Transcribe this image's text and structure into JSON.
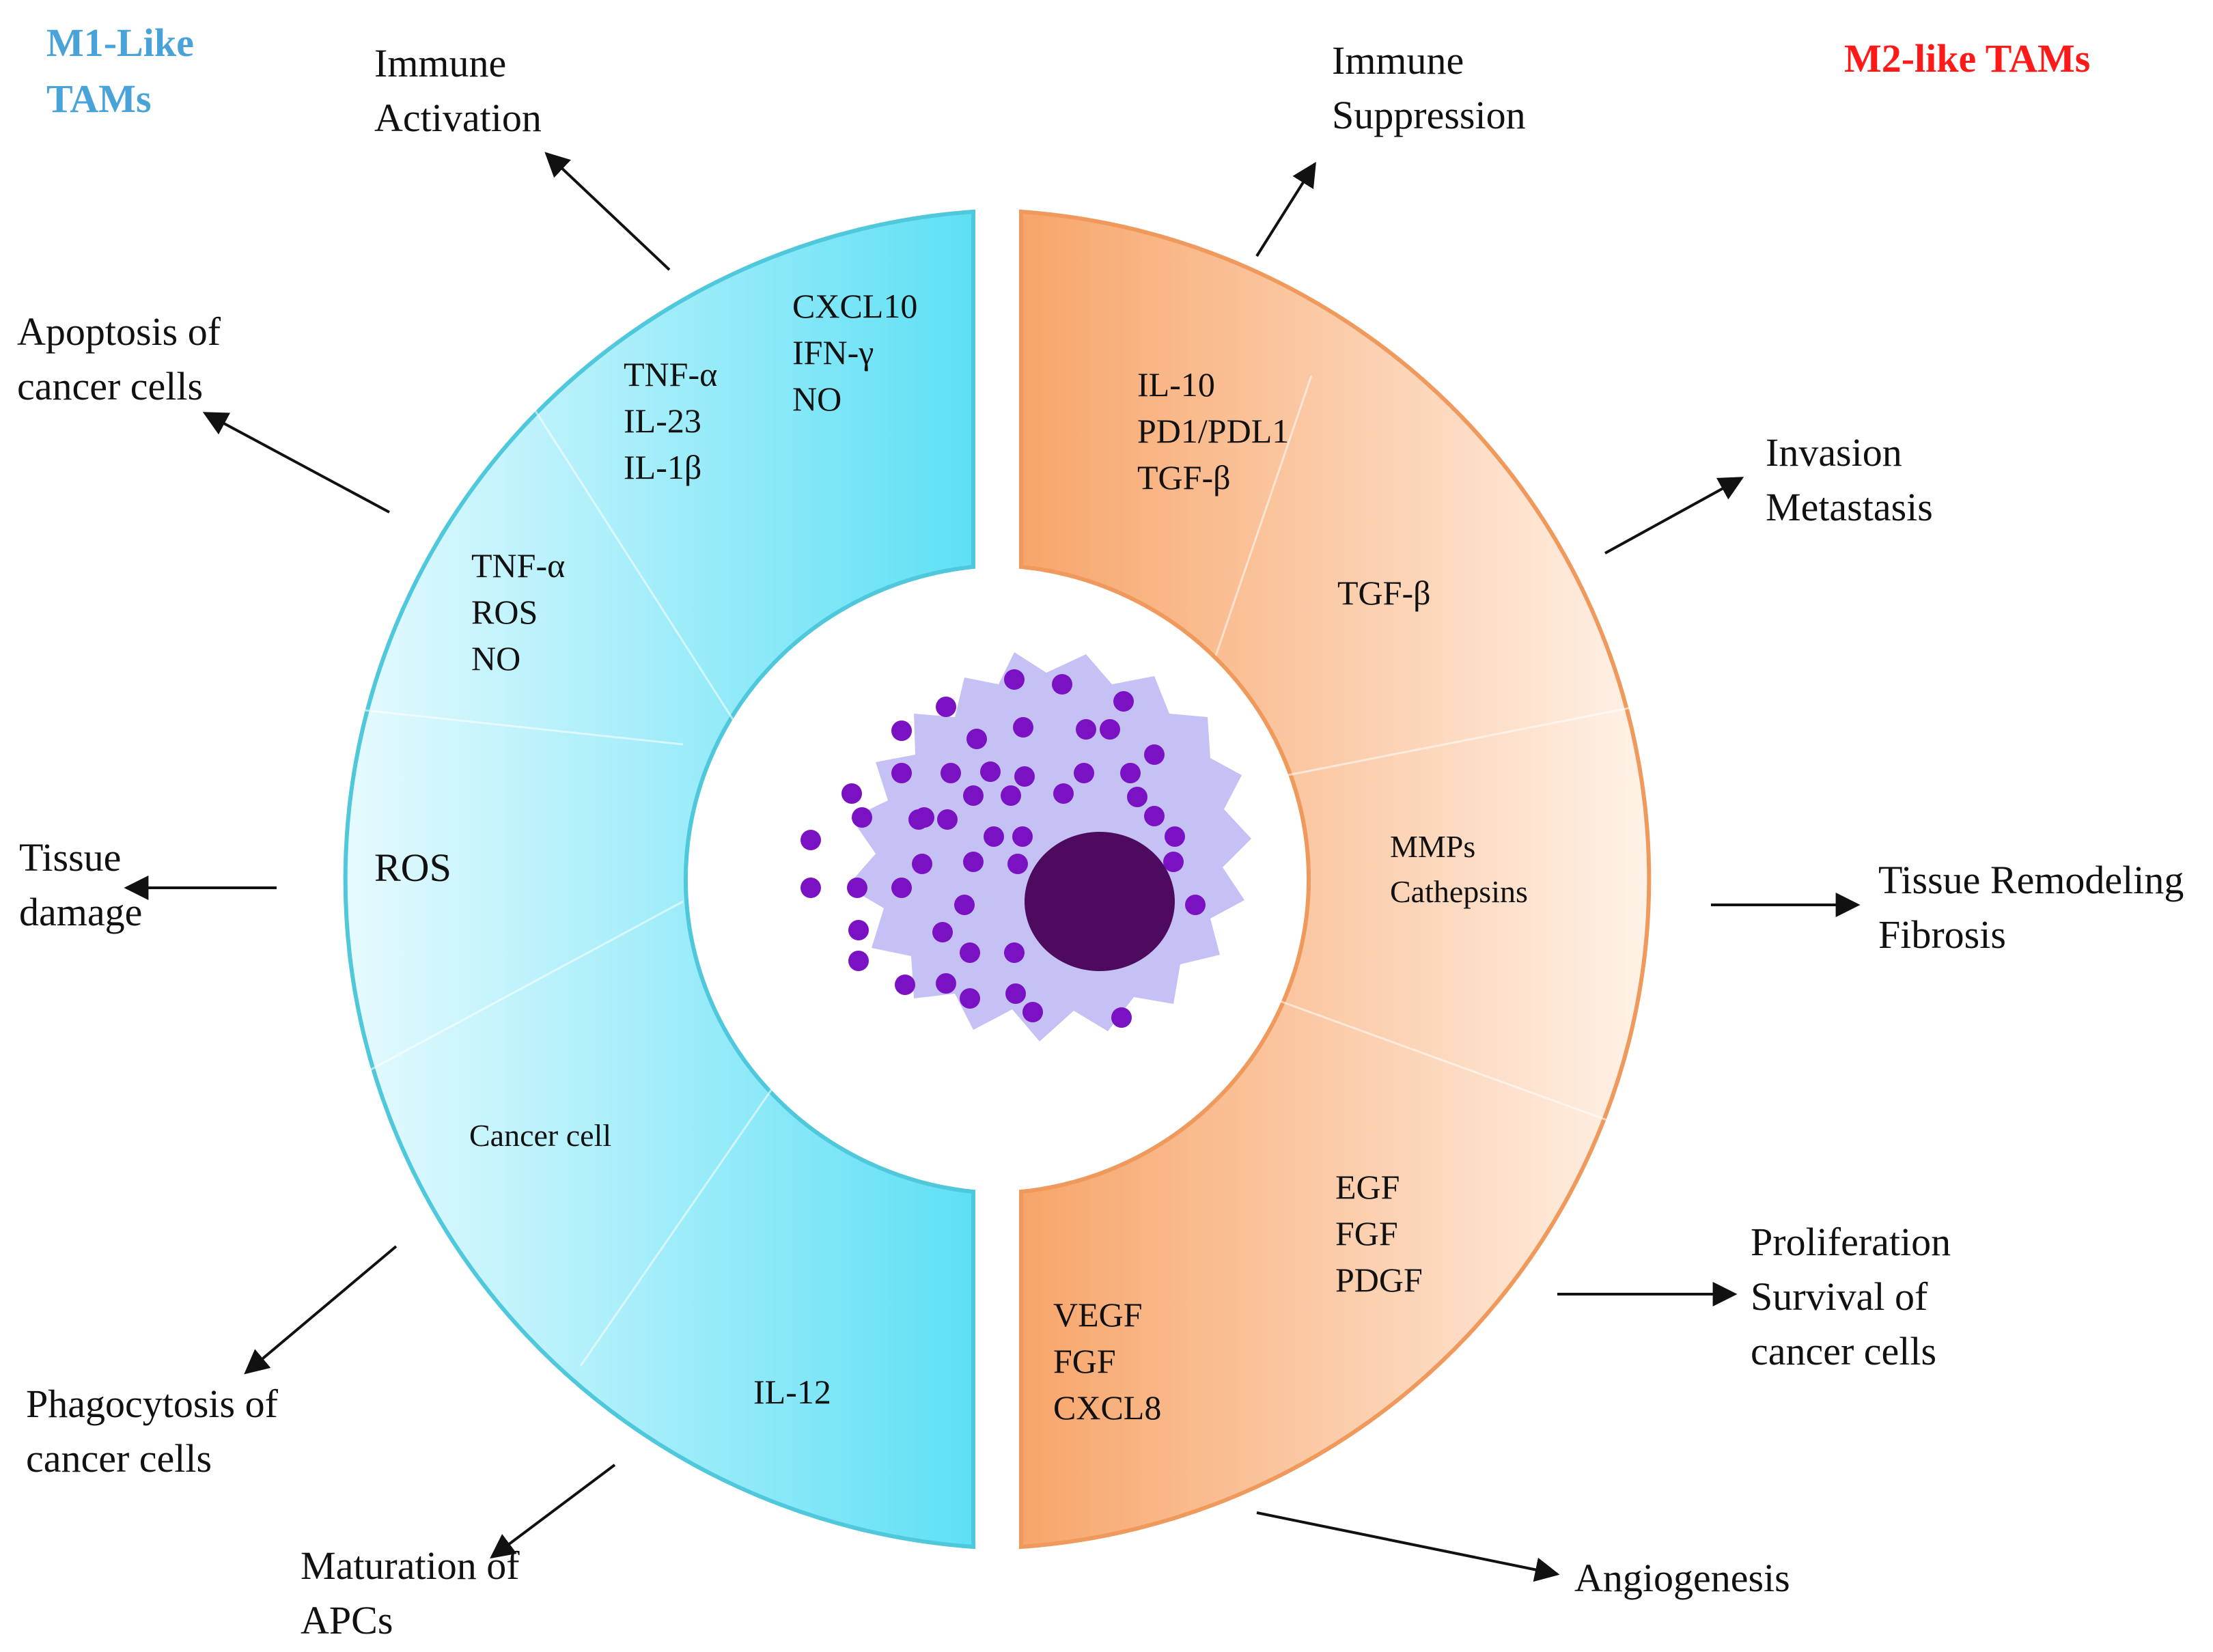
{
  "colors": {
    "m1_dark": "#5ee0f5",
    "m1_light": "#e6fafe",
    "m1_stroke": "#4fc8dc",
    "m2_dark": "#f7a56a",
    "m2_light": "#fff2e8",
    "m2_stroke": "#ef9a5c",
    "m1_title": "#4aa3d8",
    "m2_title": "#ff1a1a",
    "cell_body": "#c5c1f5",
    "granule": "#7a12c4",
    "nucleus": "#4d0a5e"
  },
  "titles": {
    "m1": [
      "M1-Like",
      "TAMs"
    ],
    "m2": "M2-like TAMs"
  },
  "m1_outcomes": {
    "immune_activation": [
      "Immune",
      "Activation"
    ],
    "apoptosis": [
      "Apoptosis of",
      "cancer cells"
    ],
    "tissue_damage": [
      "Tissue",
      "damage"
    ],
    "phagocytosis": [
      "Phagocytosis of",
      "cancer cells"
    ],
    "maturation": [
      "Maturation of",
      "APCs"
    ]
  },
  "m2_outcomes": {
    "immune_suppression": [
      "Immune",
      "Suppression"
    ],
    "invasion": [
      "Invasion",
      "Metastasis"
    ],
    "remodeling": [
      "Tissue Remodeling",
      "Fibrosis"
    ],
    "proliferation": [
      "Proliferation",
      "Survival of",
      "cancer cells"
    ],
    "angiogenesis": "Angiogenesis"
  },
  "m1_mediators": {
    "top": [
      "CXCL10",
      "IFN-γ",
      "NO"
    ],
    "upper": [
      "TNF-α",
      "IL-23",
      "IL-1β"
    ],
    "middle": [
      "TNF-α",
      "ROS",
      "NO"
    ],
    "ros": "ROS",
    "cancer_cell": "Cancer cell",
    "il12": "IL-12"
  },
  "m2_mediators": {
    "top": [
      "IL-10",
      "PD1/PDL1",
      "TGF-β"
    ],
    "tgf": "TGF-β",
    "mmps": [
      "MMPs",
      "Cathepsins"
    ],
    "growth": [
      "EGF",
      "FGF",
      "PDGF"
    ],
    "vegf": [
      "VEGF",
      "FGF",
      "CXCL8"
    ]
  }
}
